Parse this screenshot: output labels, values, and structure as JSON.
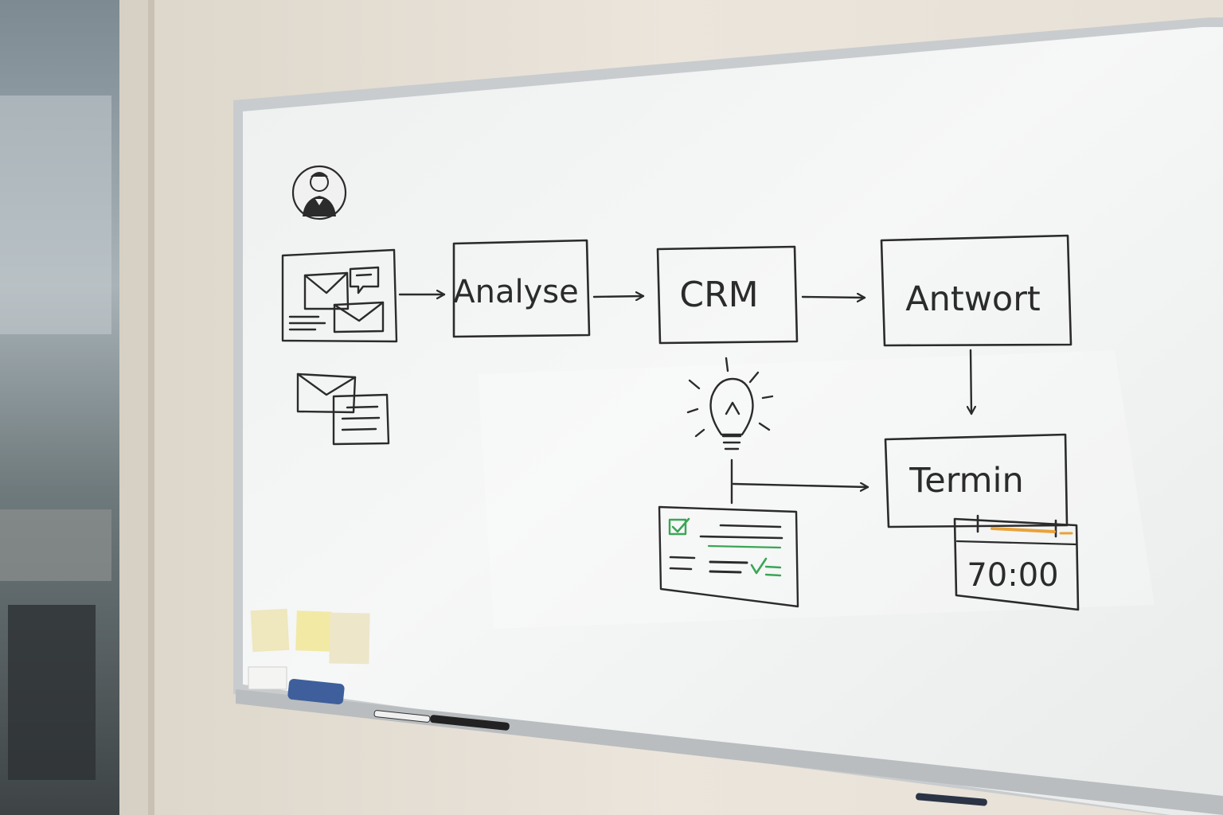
{
  "whiteboard": {
    "boxes": {
      "analyse": "Analyse",
      "crm": "CRM",
      "antwort": "Antwort",
      "termin": "Termin"
    },
    "clock_time": "70:00"
  },
  "colors": {
    "marker": "#2b2b2b",
    "check_green": "#3aa655",
    "accent_orange": "#e8a33a",
    "board": "#f3f4f4",
    "wall": "#e9e3d9"
  },
  "icons": [
    "person-avatar-icon",
    "email-bundle-icon",
    "email-icon",
    "lightbulb-icon",
    "checklist-icon",
    "calendar-clock-icon",
    "marker-pen-icon",
    "eraser-icon",
    "sticky-note-icon"
  ]
}
